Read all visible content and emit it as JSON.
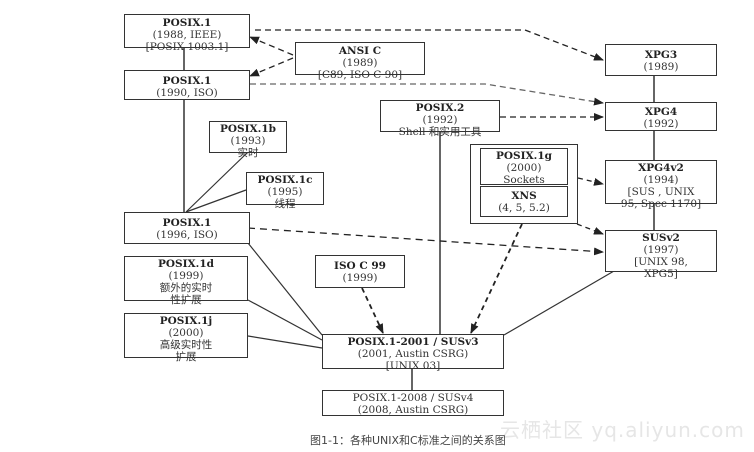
{
  "nodes": {
    "posix1_1988": {
      "title": "POSIX.1",
      "lines": [
        "(1988, IEEE)",
        "[POSIX 1003.1]"
      ]
    },
    "ansi_c": {
      "title": "ANSI C",
      "lines": [
        "(1989)",
        "[C89, ISO C 90]"
      ]
    },
    "posix1_1990": {
      "title": "POSIX.1",
      "lines": [
        "(1990, ISO)"
      ]
    },
    "xpg3": {
      "title": "XPG3",
      "lines": [
        "(1989)"
      ]
    },
    "posix2": {
      "title": "POSIX.2",
      "lines": [
        "(1992)",
        "Shell 和实用工具"
      ]
    },
    "xpg4": {
      "title": "XPG4",
      "lines": [
        "(1992)"
      ]
    },
    "posix1b": {
      "title": "POSIX.1b",
      "lines": [
        "(1993)",
        "实时"
      ]
    },
    "posix1c": {
      "title": "POSIX.1c",
      "lines": [
        "(1995)",
        "线程"
      ]
    },
    "posix1g": {
      "title": "POSIX.1g",
      "lines": [
        "(2000)",
        "Sockets"
      ]
    },
    "xns": {
      "title": "XNS",
      "lines": [
        "(4, 5, 5.2)"
      ]
    },
    "xpg4v2": {
      "title": "XPG4v2",
      "lines": [
        "(1994)",
        "[SUS , UNIX",
        "95, Spec 1170]"
      ]
    },
    "posix1_1996": {
      "title": "POSIX.1",
      "lines": [
        "(1996, ISO)"
      ]
    },
    "susv2": {
      "title": "SUSv2",
      "lines": [
        "(1997)",
        "[UNIX 98,",
        "XPG5]"
      ]
    },
    "posix1d": {
      "title": "POSIX.1d",
      "lines": [
        "(1999)",
        "额外的实时",
        "性扩展"
      ]
    },
    "iso_c99": {
      "title": "ISO C 99",
      "lines": [
        "(1999)"
      ]
    },
    "posix1j": {
      "title": "POSIX.1j",
      "lines": [
        "(2000)",
        "高级实时性",
        "扩展"
      ]
    },
    "posix2001": {
      "title": "POSIX.1-2001 / SUSv3",
      "lines": [
        "(2001, Austin CSRG)",
        "[UNIX 03]"
      ]
    },
    "posix2008": {
      "title": "",
      "lines": [
        "POSIX.1-2008 / SUSv4",
        "(2008, Austin CSRG)"
      ]
    }
  },
  "edges": [
    {
      "from": "posix1_1988",
      "to": "posix1_1990",
      "style": "solid",
      "arrow": false
    },
    {
      "from": "posix1_1990",
      "to": "posix1_1996",
      "style": "solid",
      "arrow": false
    },
    {
      "from": "ansi_c",
      "to": "posix1_1988",
      "style": "dashed",
      "arrow": true
    },
    {
      "from": "ansi_c",
      "to": "posix1_1990",
      "style": "dashed",
      "arrow": true
    },
    {
      "from": "posix1_1988",
      "to": "xpg3",
      "style": "dashed",
      "arrow": true
    },
    {
      "from": "posix1_1990",
      "to": "xpg4",
      "style": "dashed",
      "arrow": true
    },
    {
      "from": "posix2",
      "to": "xpg4",
      "style": "dashed",
      "arrow": true
    },
    {
      "from": "xpg3",
      "to": "xpg4",
      "style": "solid",
      "arrow": false
    },
    {
      "from": "xpg4",
      "to": "xpg4v2",
      "style": "solid",
      "arrow": false
    },
    {
      "from": "xpg4v2",
      "to": "susv2",
      "style": "solid",
      "arrow": false
    },
    {
      "from": "posix1b",
      "to": "posix1_1996",
      "style": "solid",
      "arrow": false
    },
    {
      "from": "posix1c",
      "to": "posix1_1996",
      "style": "solid",
      "arrow": false
    },
    {
      "from": "posix1g",
      "to": "xpg4v2",
      "style": "dashed",
      "arrow": true
    },
    {
      "from": "xns_group",
      "to": "susv2",
      "style": "dashed",
      "arrow": true
    },
    {
      "from": "posix1_1996",
      "to": "susv2",
      "style": "dashed",
      "arrow": true
    },
    {
      "from": "posix1_1996",
      "to": "posix2001",
      "style": "solid",
      "arrow": false
    },
    {
      "from": "posix1d",
      "to": "posix2001",
      "style": "solid",
      "arrow": false
    },
    {
      "from": "posix1j",
      "to": "posix2001",
      "style": "solid",
      "arrow": false
    },
    {
      "from": "posix2",
      "to": "posix2001",
      "style": "solid",
      "arrow": false
    },
    {
      "from": "iso_c99",
      "to": "posix2001",
      "style": "dashed",
      "arrow": true
    },
    {
      "from": "xns_group",
      "to": "posix2001",
      "style": "dashed",
      "arrow": true
    },
    {
      "from": "susv2",
      "to": "posix2001",
      "style": "solid",
      "arrow": false
    },
    {
      "from": "posix2001",
      "to": "posix2008",
      "style": "solid",
      "arrow": false
    }
  ],
  "caption": "图1-1：各种UNIX和C标准之间的关系图",
  "watermark": "云栖社区 yq.aliyun.com"
}
